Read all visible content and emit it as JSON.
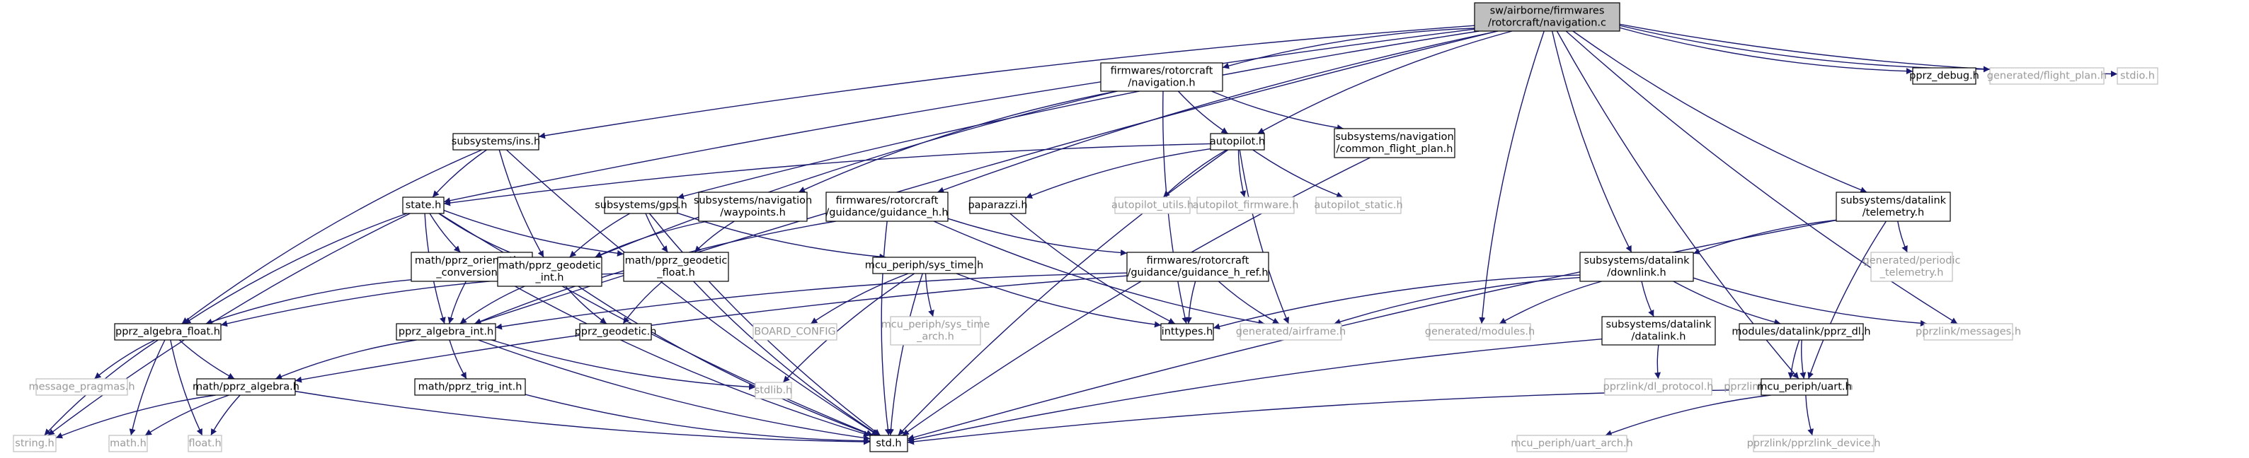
{
  "diagram": {
    "type": "include-dependency-graph",
    "root": "sw/airborne/firmwares/rotorcraft/navigation.c",
    "colors": {
      "edge": "#191970",
      "root_fill": "#bfbfbf",
      "missing_text": "#9a9a9a"
    },
    "nodes": [
      {
        "id": "root",
        "lines": [
          "sw/airborne/firmwares",
          "/rotorcraft/navigation.c"
        ],
        "root": true
      },
      {
        "id": "nav_h",
        "lines": [
          "firmwares/rotorcraft",
          "/navigation.h"
        ]
      },
      {
        "id": "pprz_debug",
        "lines": [
          "pprz_debug.h"
        ]
      },
      {
        "id": "flight_plan",
        "lines": [
          "generated/flight_plan.h"
        ],
        "missing": true
      },
      {
        "id": "stdio",
        "lines": [
          "stdio.h"
        ],
        "missing": true
      },
      {
        "id": "ins",
        "lines": [
          "subsystems/ins.h"
        ]
      },
      {
        "id": "autopilot",
        "lines": [
          "autopilot.h"
        ]
      },
      {
        "id": "common_fp",
        "lines": [
          "subsystems/navigation",
          "/common_flight_plan.h"
        ]
      },
      {
        "id": "state",
        "lines": [
          "state.h"
        ]
      },
      {
        "id": "gps",
        "lines": [
          "subsystems/gps.h"
        ]
      },
      {
        "id": "waypoints",
        "lines": [
          "subsystems/navigation",
          "/waypoints.h"
        ]
      },
      {
        "id": "guidance_h",
        "lines": [
          "firmwares/rotorcraft",
          "/guidance/guidance_h.h"
        ]
      },
      {
        "id": "paparazzi",
        "lines": [
          "paparazzi.h"
        ]
      },
      {
        "id": "ap_utils",
        "lines": [
          "autopilot_utils.h"
        ],
        "missing": true
      },
      {
        "id": "ap_fw",
        "lines": [
          "autopilot_firmware.h"
        ],
        "missing": true
      },
      {
        "id": "ap_static",
        "lines": [
          "autopilot_static.h"
        ],
        "missing": true
      },
      {
        "id": "telemetry",
        "lines": [
          "subsystems/datalink",
          "/telemetry.h"
        ]
      },
      {
        "id": "orient",
        "lines": [
          "math/pprz_orientation",
          "_conversion.h"
        ]
      },
      {
        "id": "geo_int",
        "lines": [
          "math/pprz_geodetic",
          "_int.h"
        ]
      },
      {
        "id": "geo_float",
        "lines": [
          "math/pprz_geodetic",
          "_float.h"
        ]
      },
      {
        "id": "sys_time",
        "lines": [
          "mcu_periph/sys_time.h"
        ]
      },
      {
        "id": "guidance_h_ref",
        "lines": [
          "firmwares/rotorcraft",
          "/guidance/guidance_h_ref.h"
        ]
      },
      {
        "id": "downlink",
        "lines": [
          "subsystems/datalink",
          "/downlink.h"
        ]
      },
      {
        "id": "periodic_tel",
        "lines": [
          "generated/periodic",
          "_telemetry.h"
        ],
        "missing": true
      },
      {
        "id": "alg_float",
        "lines": [
          "pprz_algebra_float.h"
        ]
      },
      {
        "id": "alg_int",
        "lines": [
          "pprz_algebra_int.h"
        ]
      },
      {
        "id": "geodetic",
        "lines": [
          "pprz_geodetic.h"
        ]
      },
      {
        "id": "board_cfg",
        "lines": [
          "BOARD_CONFIG"
        ],
        "missing": true
      },
      {
        "id": "sys_time_arch",
        "lines": [
          "mcu_periph/sys_time",
          "_arch.h"
        ],
        "missing": true
      },
      {
        "id": "inttypes",
        "lines": [
          "inttypes.h"
        ]
      },
      {
        "id": "airframe",
        "lines": [
          "generated/airframe.h"
        ],
        "missing": true
      },
      {
        "id": "modules",
        "lines": [
          "generated/modules.h"
        ],
        "missing": true
      },
      {
        "id": "dl_datalink",
        "lines": [
          "subsystems/datalink",
          "/datalink.h"
        ]
      },
      {
        "id": "pprz_dl",
        "lines": [
          "modules/datalink/pprz_dl.h"
        ]
      },
      {
        "id": "messages",
        "lines": [
          "pprzlink/messages.h"
        ],
        "missing": true
      },
      {
        "id": "msg_pragmas",
        "lines": [
          "message_pragmas.h"
        ],
        "missing": true
      },
      {
        "id": "alg",
        "lines": [
          "math/pprz_algebra.h"
        ]
      },
      {
        "id": "trig",
        "lines": [
          "math/pprz_trig_int.h"
        ]
      },
      {
        "id": "stdlib",
        "lines": [
          "stdlib.h"
        ],
        "missing": true
      },
      {
        "id": "dl_protocol",
        "lines": [
          "pprzlink/dl_protocol.h"
        ],
        "missing": true
      },
      {
        "id": "pprz_transport",
        "lines": [
          "pprzlink/pprz_transport.h"
        ],
        "missing": true
      },
      {
        "id": "uart",
        "lines": [
          "mcu_periph/uart.h"
        ]
      },
      {
        "id": "string",
        "lines": [
          "string.h"
        ],
        "missing": true
      },
      {
        "id": "math",
        "lines": [
          "math.h"
        ],
        "missing": true
      },
      {
        "id": "float",
        "lines": [
          "float.h"
        ],
        "missing": true
      },
      {
        "id": "std",
        "lines": [
          "std.h"
        ]
      },
      {
        "id": "uart_arch",
        "lines": [
          "mcu_periph/uart_arch.h"
        ],
        "missing": true
      },
      {
        "id": "pprzlink_device",
        "lines": [
          "pprzlink/pprzlink_device.h"
        ],
        "missing": true
      }
    ],
    "edges": [
      [
        "root",
        "nav_h"
      ],
      [
        "root",
        "pprz_debug"
      ],
      [
        "root",
        "flight_plan"
      ],
      [
        "root",
        "stdio"
      ],
      [
        "root",
        "ins"
      ],
      [
        "root",
        "state"
      ],
      [
        "root",
        "gps"
      ],
      [
        "root",
        "autopilot"
      ],
      [
        "root",
        "guidance_h"
      ],
      [
        "root",
        "downlink"
      ],
      [
        "root",
        "telemetry"
      ],
      [
        "root",
        "modules"
      ],
      [
        "root",
        "messages"
      ],
      [
        "root",
        "uart"
      ],
      [
        "root",
        "alg_int"
      ],
      [
        "nav_h",
        "autopilot"
      ],
      [
        "nav_h",
        "common_fp"
      ],
      [
        "nav_h",
        "waypoints"
      ],
      [
        "nav_h",
        "geo_int"
      ],
      [
        "nav_h",
        "inttypes"
      ],
      [
        "common_fp",
        "std"
      ],
      [
        "ins",
        "state"
      ],
      [
        "ins",
        "geo_int"
      ],
      [
        "ins",
        "alg_float"
      ],
      [
        "ins",
        "std"
      ],
      [
        "autopilot",
        "state"
      ],
      [
        "autopilot",
        "paparazzi"
      ],
      [
        "autopilot",
        "ap_utils"
      ],
      [
        "autopilot",
        "ap_fw"
      ],
      [
        "autopilot",
        "ap_static"
      ],
      [
        "autopilot",
        "airframe"
      ],
      [
        "autopilot",
        "std"
      ],
      [
        "state",
        "orient"
      ],
      [
        "state",
        "geo_int"
      ],
      [
        "state",
        "geo_float"
      ],
      [
        "state",
        "alg_float"
      ],
      [
        "state",
        "alg_int"
      ],
      [
        "state",
        "std"
      ],
      [
        "state",
        "string"
      ],
      [
        "gps",
        "geo_int"
      ],
      [
        "gps",
        "geo_float"
      ],
      [
        "gps",
        "sys_time"
      ],
      [
        "gps",
        "std"
      ],
      [
        "waypoints",
        "geo_int"
      ],
      [
        "waypoints",
        "geo_float"
      ],
      [
        "guidance_h",
        "guidance_h_ref"
      ],
      [
        "guidance_h",
        "alg_int"
      ],
      [
        "guidance_h",
        "std"
      ],
      [
        "guidance_h",
        "airframe"
      ],
      [
        "paparazzi",
        "inttypes"
      ],
      [
        "telemetry",
        "downlink"
      ],
      [
        "telemetry",
        "periodic_tel"
      ],
      [
        "telemetry",
        "uart"
      ],
      [
        "telemetry",
        "std"
      ],
      [
        "orient",
        "alg_float"
      ],
      [
        "orient",
        "alg_int"
      ],
      [
        "orient",
        "std"
      ],
      [
        "geo_int",
        "alg_int"
      ],
      [
        "geo_int",
        "geodetic"
      ],
      [
        "geo_int",
        "std"
      ],
      [
        "geo_float",
        "alg_float"
      ],
      [
        "geo_float",
        "geodetic"
      ],
      [
        "geo_float",
        "std"
      ],
      [
        "sys_time",
        "board_cfg"
      ],
      [
        "sys_time",
        "sys_time_arch"
      ],
      [
        "sys_time",
        "inttypes"
      ],
      [
        "sys_time",
        "std"
      ],
      [
        "sys_time",
        "stdlib"
      ],
      [
        "guidance_h_ref",
        "alg_int"
      ],
      [
        "guidance_h_ref",
        "alg"
      ],
      [
        "guidance_h_ref",
        "inttypes"
      ],
      [
        "guidance_h_ref",
        "airframe"
      ],
      [
        "downlink",
        "modules"
      ],
      [
        "downlink",
        "airframe"
      ],
      [
        "downlink",
        "messages"
      ],
      [
        "downlink",
        "dl_datalink"
      ],
      [
        "downlink",
        "pprz_dl"
      ],
      [
        "downlink",
        "inttypes"
      ],
      [
        "alg_float",
        "msg_pragmas"
      ],
      [
        "alg_float",
        "alg"
      ],
      [
        "alg_float",
        "float"
      ],
      [
        "alg_float",
        "math"
      ],
      [
        "alg_float",
        "string"
      ],
      [
        "alg_int",
        "alg"
      ],
      [
        "alg_int",
        "trig"
      ],
      [
        "alg_int",
        "stdlib"
      ],
      [
        "alg_int",
        "std"
      ],
      [
        "dl_datalink",
        "dl_protocol"
      ],
      [
        "dl_datalink",
        "std"
      ],
      [
        "pprz_dl",
        "pprz_transport"
      ],
      [
        "pprz_dl",
        "uart"
      ],
      [
        "alg",
        "float"
      ],
      [
        "alg",
        "math"
      ],
      [
        "alg",
        "string"
      ],
      [
        "alg",
        "std"
      ],
      [
        "trig",
        "std"
      ],
      [
        "uart",
        "uart_arch"
      ],
      [
        "uart",
        "pprzlink_device"
      ],
      [
        "uart",
        "std"
      ]
    ]
  }
}
